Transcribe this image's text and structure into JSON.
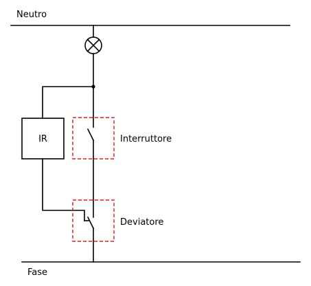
{
  "labels": {
    "neutral": "Neutro",
    "phase": "Fase",
    "ir_box": "IR",
    "switch": "Interruttore",
    "deviator": "Deviatore"
  },
  "colors": {
    "wire": "#000000",
    "dashed_frame": "#e8161a"
  },
  "icons": {
    "lamp": "lamp-icon",
    "junction": "junction-dot"
  }
}
